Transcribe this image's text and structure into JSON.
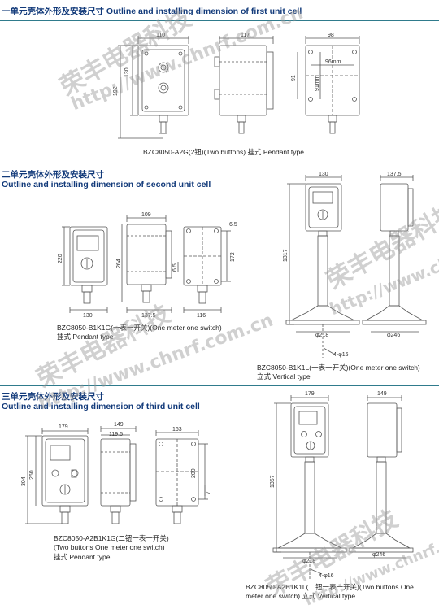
{
  "sections": [
    {
      "title_cn": "一单元壳体外形及安装尺寸",
      "title_en": "Outline and installing dimension of first unit cell"
    },
    {
      "title_cn": "二单元壳体外形及安装尺寸",
      "title_en": "Outline and installing dimension of second unit cell"
    },
    {
      "title_cn": "三单元壳体外形及安装尺寸",
      "title_en": "Outline and installing dimension of third unit cell"
    }
  ],
  "captions": {
    "c1": "BZC8050-A2G(2钮)(Two buttons)    挂式 Pendant type",
    "c2_line1": "BZC8050-B1K1G(一表一开关)(One meter one switch)",
    "c2_line2": "挂式 Pendant type",
    "c3_line1": "BZC8050-B1K1L(一表一开关)(One meter one switch)",
    "c3_line2": "立式 Vertical type",
    "c4_line1": "BZC8050-A2B1K1G(二钮一表一开关)",
    "c4_line2": "(Two buttons One meter one switch)",
    "c4_line3": "挂式 Pendant type",
    "c5_line1": "BZC8050-A2B1K1L(二钮一表一开关)(Two buttons One",
    "c5_line2": "meter one switch)        立式 Vertical type"
  },
  "dims": {
    "d110": "110",
    "d130a": "130",
    "d192": "192",
    "d117": "117",
    "d98": "98",
    "d96mm": "96mm",
    "d91": "91",
    "d91mm": "91mm",
    "d109": "109",
    "d65": "6.5",
    "d220": "220",
    "d264": "264",
    "d172": "172",
    "d65b": "6.5",
    "d130b": "130",
    "d1375": "137.5",
    "d116": "116",
    "d130c": "130",
    "d1375b": "137.5",
    "d1317": "1317",
    "d218": "φ218",
    "d246": "φ246",
    "d416": "4-φ16",
    "d179": "179",
    "d149": "149",
    "d1195": "119.5",
    "d163": "163",
    "d304": "304",
    "d260": "260",
    "d200": "200",
    "d7": "7",
    "d179b": "179",
    "d149b": "149",
    "d1357": "1357",
    "d218b": "φ218",
    "d246b": "φ246",
    "d416b": "4-φ16"
  },
  "watermark": {
    "brand": "荣丰电器科技",
    "url": "http://www.chnrf.com.cn"
  }
}
